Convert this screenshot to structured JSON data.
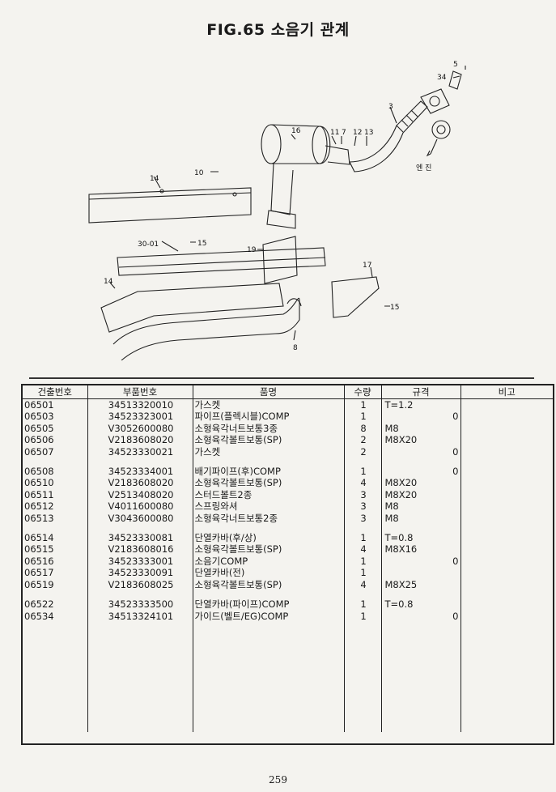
{
  "title": "FIG.65 소음기 관계",
  "diagram": {
    "callouts": [
      "5",
      "34",
      "3",
      "16",
      "11",
      "7",
      "12",
      "13",
      "엔 진",
      "10",
      "14",
      "30-01",
      "15",
      "19",
      "17",
      "14",
      "15",
      "8"
    ]
  },
  "table": {
    "headers": [
      "건출번호",
      "부품번호",
      "품명",
      "수량",
      "규격",
      "비고"
    ],
    "rows": [
      {
        "num": "06501",
        "part": "34513320010",
        "name": "가스켓",
        "qty": "1",
        "spec": "T=1.2",
        "mark": ""
      },
      {
        "num": "06503",
        "part": "34523323001",
        "name": "파이프(플렉시블)COMP",
        "qty": "1",
        "spec": "",
        "mark": "0"
      },
      {
        "num": "06505",
        "part": "V3052600080",
        "name": "소형육각너트보통3종",
        "qty": "8",
        "spec": "M8",
        "mark": ""
      },
      {
        "num": "06506",
        "part": "V2183608020",
        "name": "소형육각볼트보통(SP)",
        "qty": "2",
        "spec": "M8X20",
        "mark": ""
      },
      {
        "num": "06507",
        "part": "34523330021",
        "name": "가스켓",
        "qty": "2",
        "spec": "",
        "mark": "0"
      },
      {
        "num": "",
        "part": "",
        "name": "",
        "qty": "",
        "spec": "",
        "mark": ""
      },
      {
        "num": "06508",
        "part": "34523334001",
        "name": "배기파이프(후)COMP",
        "qty": "1",
        "spec": "",
        "mark": "0"
      },
      {
        "num": "06510",
        "part": "V2183608020",
        "name": "소형육각볼트보통(SP)",
        "qty": "4",
        "spec": "M8X20",
        "mark": ""
      },
      {
        "num": "06511",
        "part": "V2513408020",
        "name": "스터드볼트2종",
        "qty": "3",
        "spec": "M8X20",
        "mark": ""
      },
      {
        "num": "06512",
        "part": "V4011600080",
        "name": "스프링와셔",
        "qty": "3",
        "spec": "M8",
        "mark": ""
      },
      {
        "num": "06513",
        "part": "V3043600080",
        "name": "소형육각너트보통2종",
        "qty": "3",
        "spec": "M8",
        "mark": ""
      },
      {
        "num": "",
        "part": "",
        "name": "",
        "qty": "",
        "spec": "",
        "mark": ""
      },
      {
        "num": "06514",
        "part": "34523330081",
        "name": "단열카바(후/상)",
        "qty": "1",
        "spec": "T=0.8",
        "mark": ""
      },
      {
        "num": "06515",
        "part": "V2183608016",
        "name": "소형육각볼트보통(SP)",
        "qty": "4",
        "spec": "M8X16",
        "mark": ""
      },
      {
        "num": "06516",
        "part": "34523333001",
        "name": "소음기COMP",
        "qty": "1",
        "spec": "",
        "mark": "0"
      },
      {
        "num": "06517",
        "part": "34523330091",
        "name": "단열카바(전)",
        "qty": "1",
        "spec": "",
        "mark": ""
      },
      {
        "num": "06519",
        "part": "V2183608025",
        "name": "소형육각볼트보통(SP)",
        "qty": "4",
        "spec": "M8X25",
        "mark": ""
      },
      {
        "num": "",
        "part": "",
        "name": "",
        "qty": "",
        "spec": "",
        "mark": ""
      },
      {
        "num": "06522",
        "part": "34523333500",
        "name": "단열카바(파이프)COMP",
        "qty": "1",
        "spec": "T=0.8",
        "mark": ""
      },
      {
        "num": "06534",
        "part": "34513324101",
        "name": "가이드(벨트/EG)COMP",
        "qty": "1",
        "spec": "",
        "mark": "0"
      }
    ]
  },
  "page_number": "259"
}
